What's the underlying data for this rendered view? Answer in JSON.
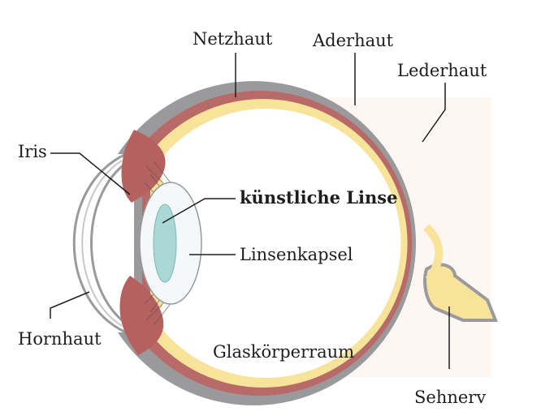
{
  "labels": {
    "netzhaut": "Netzhaut",
    "aderhaut": "Aderhaut",
    "lederhaut": "Lederhaut",
    "iris": "Iris",
    "kuenstliche_linse": "künstliche Linse",
    "linsenkapsel": "Linsenkapsel",
    "hornhaut": "Hornhaut",
    "glaskoerperraum": "Glaskörperraum",
    "sehnerv": "Sehnerv"
  },
  "colors": {
    "sclera": "#9a9a9c",
    "choroid": "#b76a68",
    "retina": "#f7e39a",
    "vitreous": "#ffffff",
    "iris": "#b5615f",
    "lens": "#a9d8d6",
    "capsule": "#f4f8f8",
    "cornea": "#ffffff",
    "optic_nerve": "#f7e39a"
  }
}
